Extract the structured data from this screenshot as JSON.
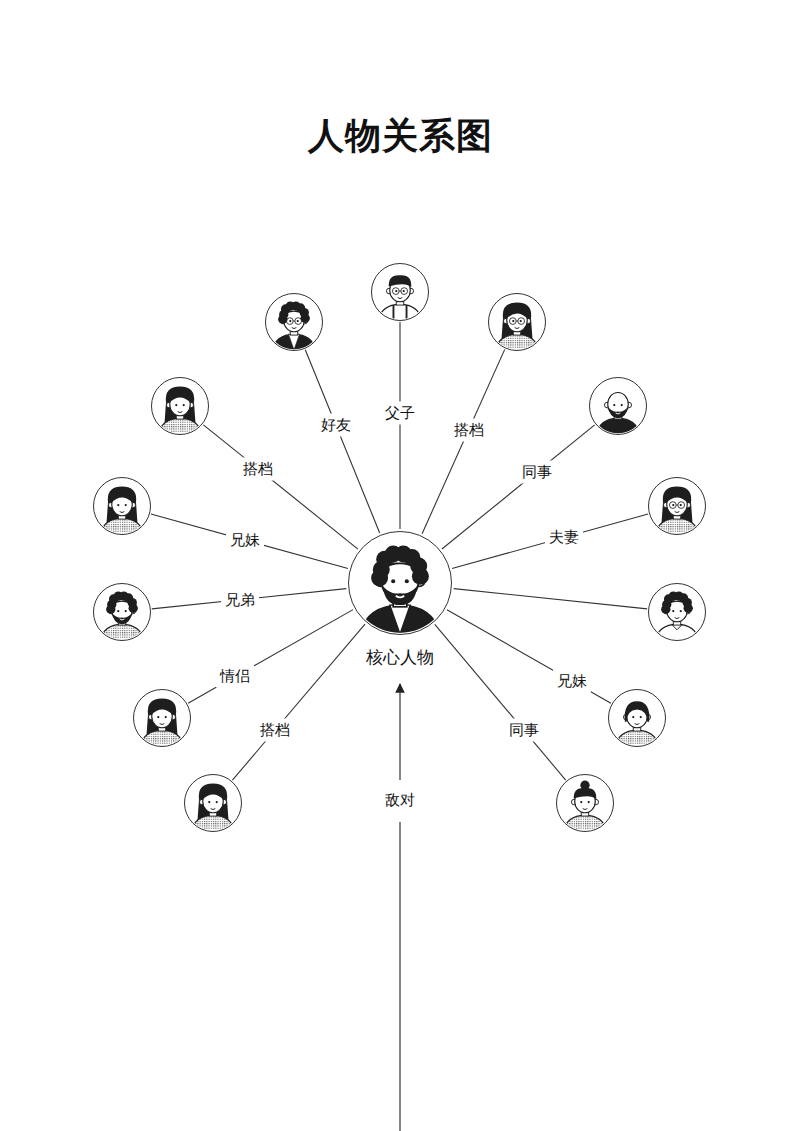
{
  "diagram": {
    "title": "人物关系图",
    "nodes": [
      {
        "text": [
          "核心人物"
        ]
      },
      {
        "text": []
      },
      {
        "text": []
      },
      {
        "text": []
      },
      {
        "text": []
      },
      {
        "text": []
      },
      {
        "text": []
      },
      {
        "text": []
      },
      {
        "text": []
      },
      {
        "text": []
      },
      {
        "text": []
      },
      {
        "text": []
      },
      {
        "text": []
      },
      {
        "text": []
      }
    ],
    "edges": [
      {
        "from": 0,
        "to": 1,
        "arrow": "none",
        "label": "父子"
      },
      {
        "from": 0,
        "to": 2,
        "arrow": "none",
        "label": "好友"
      },
      {
        "from": 0,
        "to": 3,
        "arrow": "none",
        "label": "搭档"
      },
      {
        "from": 0,
        "to": 4,
        "arrow": "none",
        "label": "搭档"
      },
      {
        "from": 0,
        "to": 5,
        "arrow": "none",
        "label": "同事"
      },
      {
        "from": 0,
        "to": 6,
        "arrow": "none",
        "label": "兄妹"
      },
      {
        "from": 0,
        "to": 7,
        "arrow": "none",
        "label": "夫妻"
      },
      {
        "from": 0,
        "to": 8,
        "arrow": "none",
        "label": "兄弟"
      },
      {
        "from": 0,
        "to": 9,
        "arrow": "none"
      },
      {
        "from": 0,
        "to": 10,
        "arrow": "none",
        "label": "情侣"
      },
      {
        "from": 0,
        "to": 11,
        "arrow": "none",
        "label": "兄妹"
      },
      {
        "from": 0,
        "to": 12,
        "arrow": "none",
        "label": "搭档"
      },
      {
        "from": 0,
        "to": 13,
        "arrow": "none",
        "label": "同事"
      }
    ],
    "labels": [
      "敌对"
    ]
  }
}
